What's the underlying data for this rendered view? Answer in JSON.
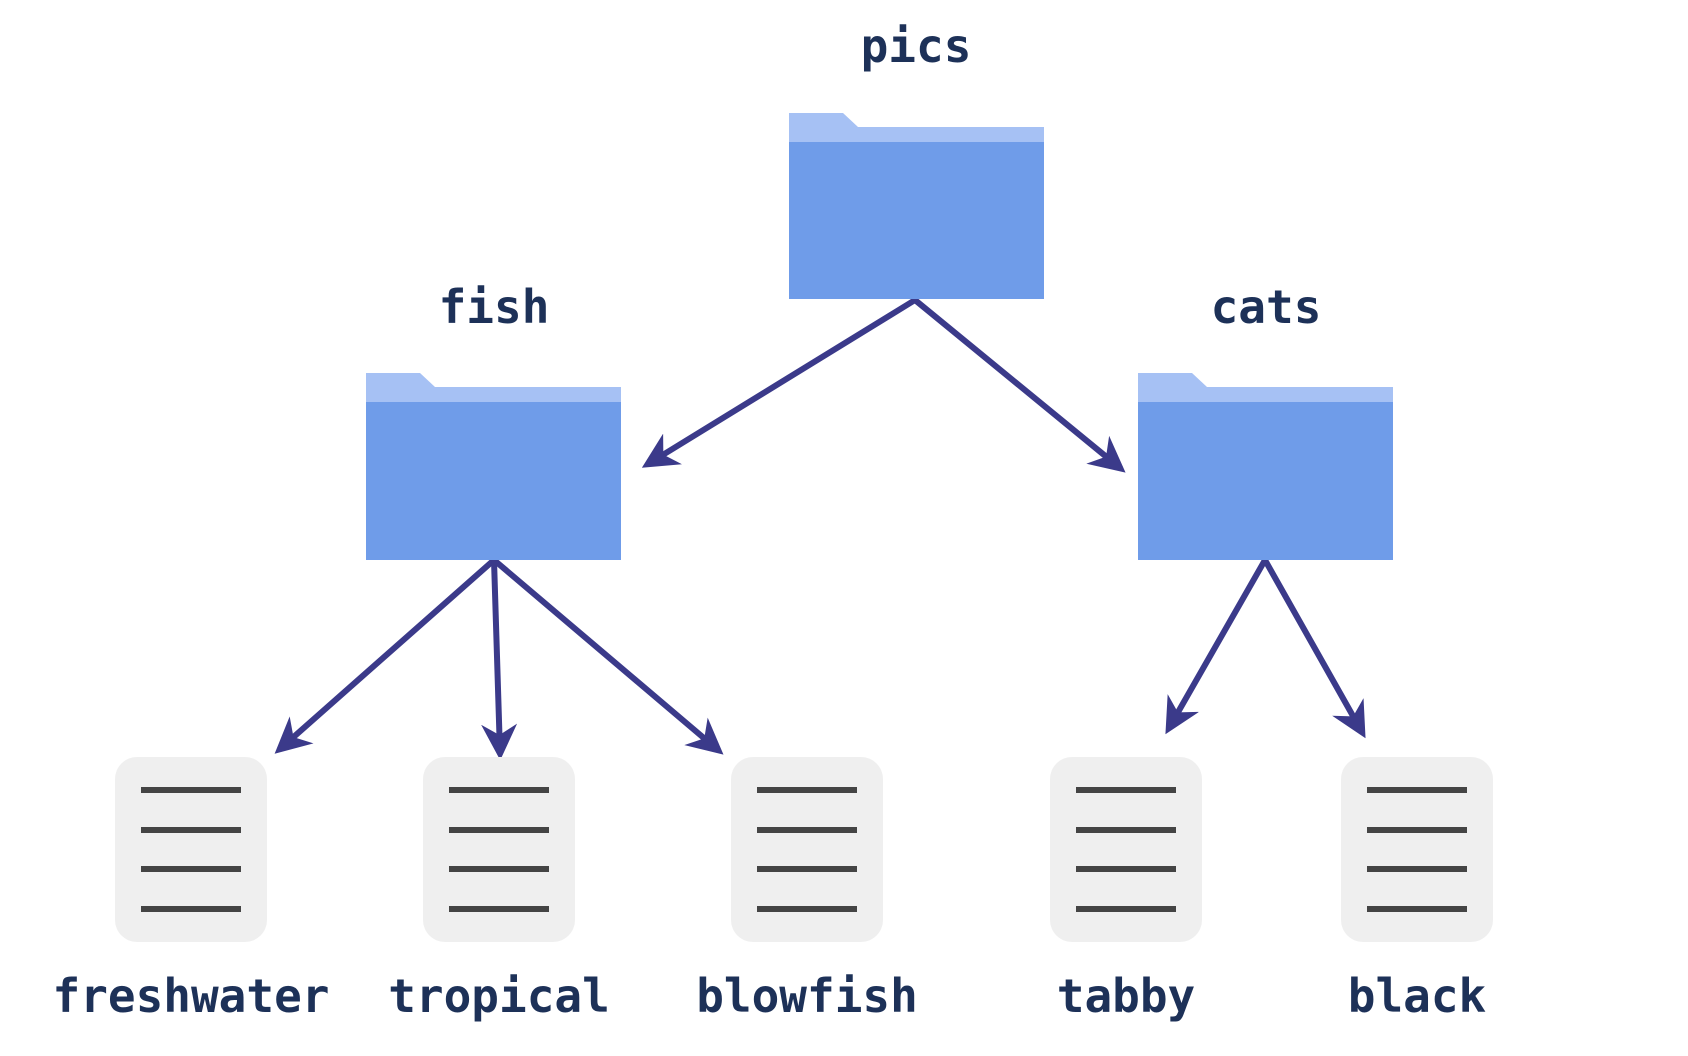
{
  "colors": {
    "folder_body": "#6f9ce9",
    "folder_tab": "#a6c1f4",
    "arrow": "#3b3a8a",
    "file_bg": "#efefef",
    "file_lines": "#444444",
    "label": "#1d3158"
  },
  "icons": {
    "folder": "folder-icon",
    "file": "document-icon"
  },
  "tree": {
    "root": {
      "label": "pics",
      "children": [
        {
          "label": "fish",
          "children": [
            {
              "label": "freshwater"
            },
            {
              "label": "tropical"
            },
            {
              "label": "blowfish"
            }
          ]
        },
        {
          "label": "cats",
          "children": [
            {
              "label": "tabby"
            },
            {
              "label": "black"
            }
          ]
        }
      ]
    }
  }
}
